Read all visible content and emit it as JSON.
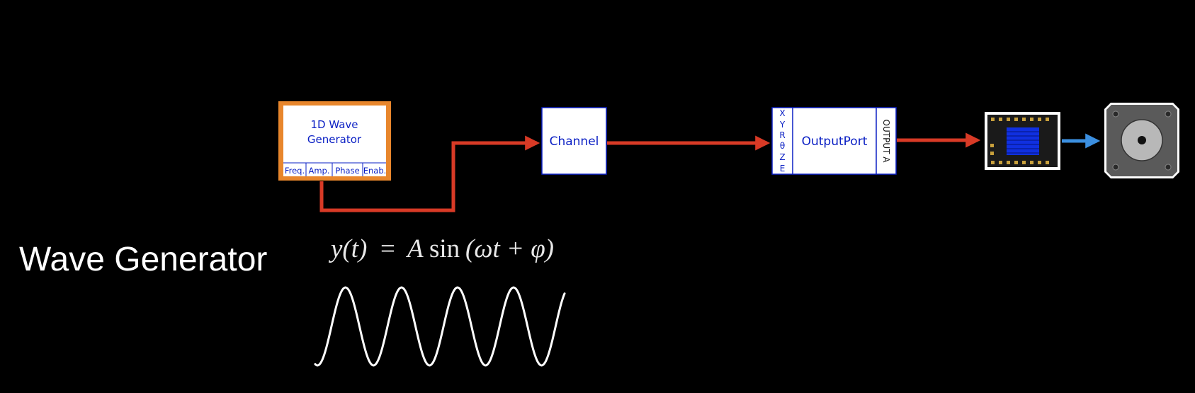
{
  "generator": {
    "title_line1": "1D Wave",
    "title_line2": "Generator",
    "ports": [
      "Freq.",
      "Amp.",
      "Phase",
      "Enab."
    ]
  },
  "channel": {
    "label": "Channel"
  },
  "output_port": {
    "label": "OutputPort",
    "axes": [
      "X",
      "Y",
      "R",
      "θ",
      "Z",
      "E"
    ],
    "output_label": "OUTPUT A"
  },
  "section_title": "Wave Generator",
  "formula": {
    "lhs": "y(t)",
    "equals": "=",
    "rhs_a": "A",
    "rhs_sin": "sin",
    "rhs_args": "(ωt + φ)"
  },
  "colors": {
    "background": "#000000",
    "generator_border": "#e8862c",
    "connector": "#d83a26",
    "block_text": "#0a1fc4",
    "driver_link": "#3b8fe0",
    "driver_pads": "#c8a03c",
    "motor_body": "#5a5a5a"
  },
  "icons": {
    "driver": "stepper-driver-chip-icon",
    "motor": "stepper-motor-icon"
  }
}
